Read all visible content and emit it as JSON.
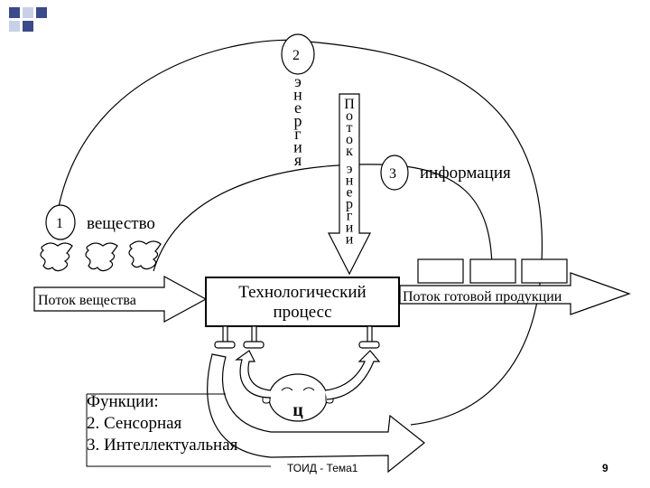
{
  "diagram": {
    "nodes": {
      "energy_number": "2",
      "energy_label": "энергия",
      "energy_flow_label": "Поток энергии",
      "info_number": "3",
      "info_label": "информация",
      "substance_number": "1",
      "substance_label": "вещество",
      "process_line1": "Технологический",
      "process_line2": "процесс",
      "input_flow_label": "Поток вещества",
      "output_flow_label": "Поток готовой продукции",
      "human_symbol": "ц"
    },
    "functions": {
      "title": "Функции:",
      "item2": "2. Сенсорная",
      "item3": "3. Интеллектуальная"
    }
  },
  "footer": {
    "title": "ТОИД - Тема1",
    "page": "9"
  },
  "colors": {
    "line": "#000000",
    "deco_blue": "#3b4a8a",
    "deco_light": "#c8d0e8"
  }
}
